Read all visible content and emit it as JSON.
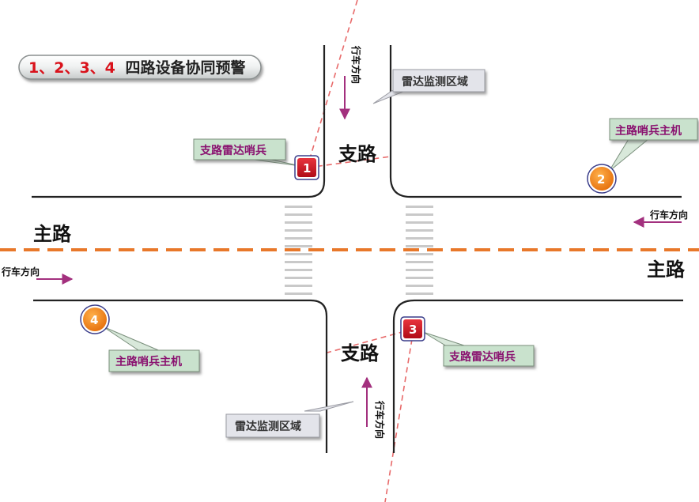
{
  "title": {
    "numbers": "1、2、3、4",
    "rest": "四路设备协同预警"
  },
  "roads": {
    "main_road_left": "主路",
    "main_road_right": "主路",
    "branch_road_top": "支路",
    "branch_road_bottom": "支路"
  },
  "directions": {
    "top": "行车方向",
    "bottom": "行车方向",
    "right": "行车方向",
    "left": "行车方向"
  },
  "callouts": {
    "radar_zone_top": "雷达监测区域",
    "radar_zone_bottom": "雷达监测区域",
    "branch_sentinel_top": "支路雷达哨兵",
    "branch_sentinel_bottom": "支路雷达哨兵",
    "main_host_right": "主路哨兵主机",
    "main_host_left": "主路哨兵主机"
  },
  "markers": {
    "m1": "1",
    "m2": "2",
    "m3": "3",
    "m4": "4"
  },
  "colors": {
    "road_line": "#222222",
    "center_dashed": "#e8782a",
    "radar_dashed": "#e86a6a",
    "arrow": "#a3307e",
    "callout_green_fill": "#c9e2cd",
    "callout_gray_fill": "#e3e4ea",
    "radar_marker": "#cc1122",
    "host_marker": "#f08418"
  }
}
